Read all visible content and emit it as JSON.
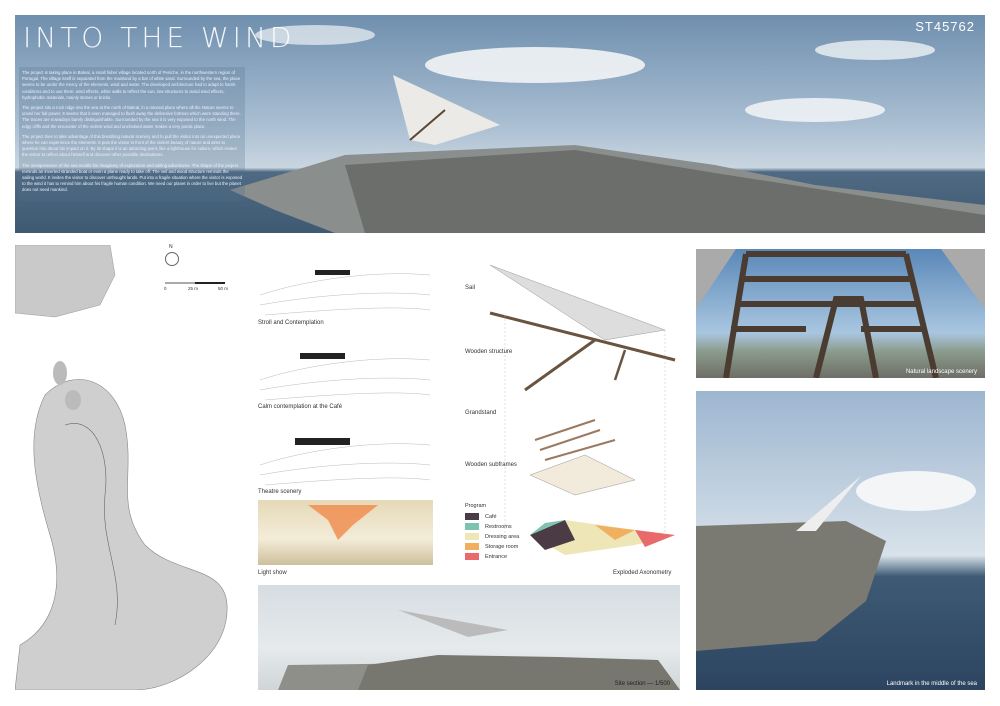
{
  "header": {
    "title": "INTO THE WIND",
    "code": "ST45762"
  },
  "intro": [
    "The project is taking place in Baleal, a small fisher village located north of Peniche, in the northwestern region of Portugal. The village itself is separated from the mainland by a bar of white sand. Surrounded by the sea, the place seems to be under the mercy of the elements, wind and water. The developed architecture had to adapt to harsh conditions and to use them: wind effects, white walls to reflect the sun, low structures to avoid wind effects, hydrophobic materials, mainly stones or bricks.",
    "The project sits a rock ridge into the sea at the north of Baleal, in a mineral place where all the Nature seems to unveil her full power. It seems that it even managed to flush away the defensive fortress which were standing there. The traces are nowadays barely distinguishable. Surrounded by the sea it is very exposed to the north wind. The edgy cliffs and the encounter of the violent wind and unchained water makes a very poetic place.",
    "The project tries to take advantage of this breathing natural scenery and to pull the visitor into an unexpected place where he can experience the elements. It puts the visitor in front of the violent beauty of nature and aims to question him about his impact on it. By its shape it is an attracting point, like a lighthouse for sailors, which invites the visitor to reflect about himself and discover other possible destinations.",
    "The omnipresence of the sea recalls the imaginary of exploration and sailing adventures. The shape of the project reminds an inverted stranded boat or even a plane ready to take off. The veil and wood structure reminds the sailing world. It invites the visitor to discover unthought lands. Put into a fragile situation where the visitor is exposed to the wind it has to remind him about his fragile human condition. We need our planet in order to live but the planet does not need mankind."
  ],
  "site_map": {
    "north": "N",
    "scale": [
      "0",
      "25 m",
      "50 m"
    ]
  },
  "scenarios": [
    "Stroll and Contemplation",
    "Calm contemplation at the Café",
    "Theatre scenery",
    "Light show"
  ],
  "axonometry": {
    "layers": [
      "Sail",
      "Wooden structure",
      "Grandstand",
      "Wooden subframes"
    ],
    "legend_title": "Program",
    "program": [
      {
        "label": "Café",
        "color": "#4a3b45"
      },
      {
        "label": "Restrooms",
        "color": "#7cc4b0"
      },
      {
        "label": "Dressing area",
        "color": "#efe6b8"
      },
      {
        "label": "Storage room",
        "color": "#f0b060"
      },
      {
        "label": "Entrance",
        "color": "#e86a6a"
      }
    ],
    "caption": "Exploded Axonometry"
  },
  "section": {
    "caption": "Site section — 1/500"
  },
  "photos": {
    "top": "Natural landscape scenery",
    "bottom": "Landmark in the middle of the sea"
  }
}
